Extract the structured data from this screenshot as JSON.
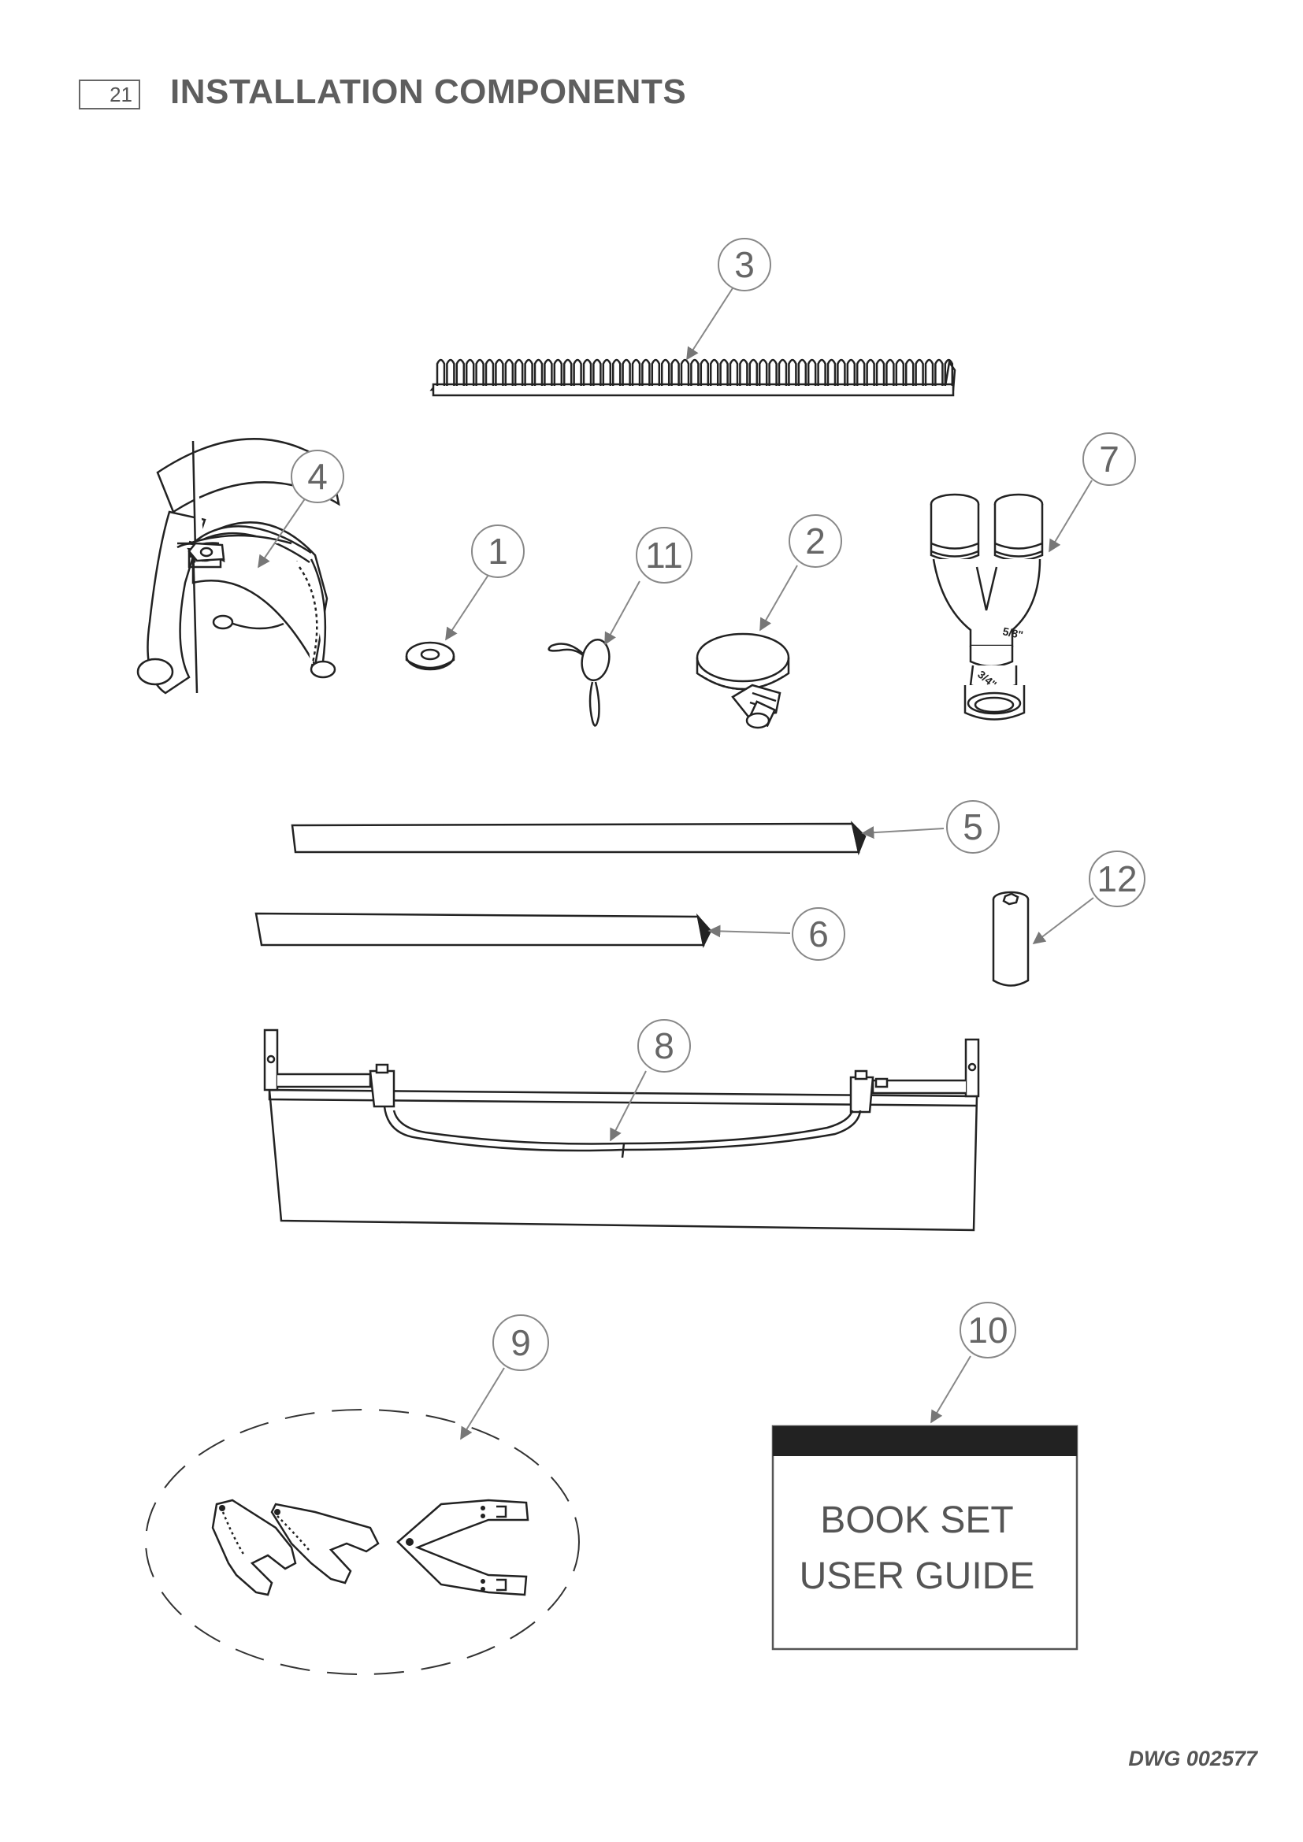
{
  "header": {
    "page_number": "21",
    "title": "INSTALLATION COMPONENTS"
  },
  "callouts": [
    "1",
    "2",
    "3",
    "4",
    "5",
    "6",
    "7",
    "8",
    "9",
    "10",
    "11",
    "12"
  ],
  "part_labels": {
    "adapter_large": "5/8\"",
    "adapter_small": "3/4\""
  },
  "book": {
    "line1": "BOOK SET",
    "line2": "USER GUIDE"
  },
  "footer": {
    "drawing_number": "DWG 002577"
  }
}
